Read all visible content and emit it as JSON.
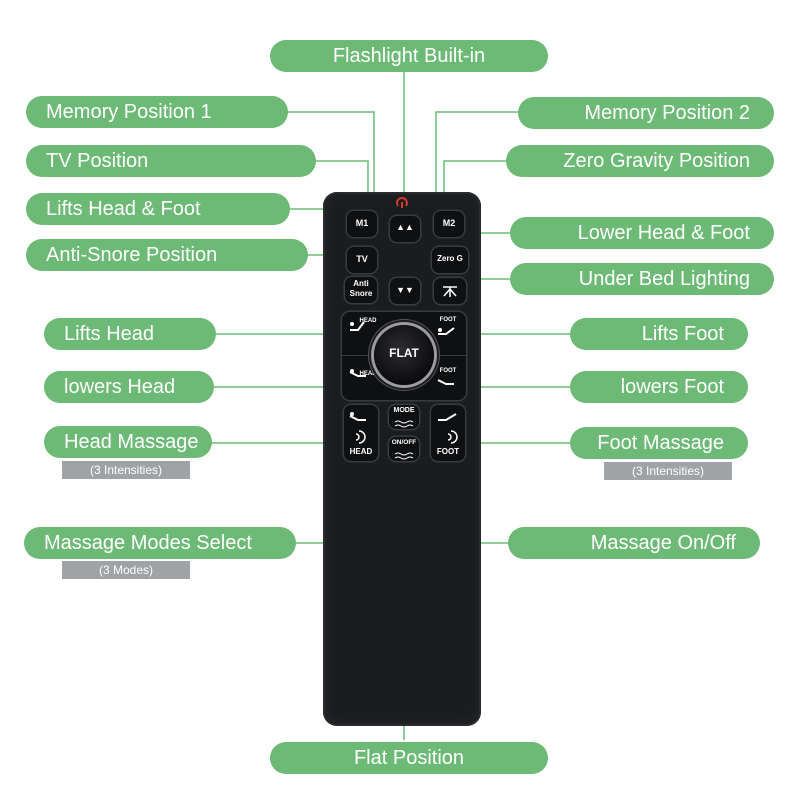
{
  "callouts": {
    "flashlight": "Flashlight Built-in",
    "memory1": "Memory Position 1",
    "memory2": "Memory Position 2",
    "tv": "TV Position",
    "zero_gravity": "Zero Gravity Position",
    "lifts_head_foot": "Lifts Head & Foot",
    "lower_head_foot": "Lower Head & Foot",
    "anti_snore": "Anti-Snore Position",
    "under_bed": "Under Bed Lighting",
    "lifts_head": "Lifts Head",
    "lifts_foot": "Lifts Foot",
    "lowers_head": "lowers Head",
    "lowers_foot": "lowers Foot",
    "head_massage": "Head Massage",
    "foot_massage": "Foot Massage",
    "massage_modes": "Massage Modes Select",
    "massage_onoff": "Massage On/Off",
    "flat_position": "Flat Position"
  },
  "subnotes": {
    "head_intensities": "(3 Intensities)",
    "foot_intensities": "(3 Intensities)",
    "modes": "(3 Modes)"
  },
  "remote_buttons": {
    "m1": "M1",
    "m2": "M2",
    "tv": "TV",
    "zero_g": "Zero G",
    "anti": "Anti",
    "snore": "Snore",
    "up": "▲▲",
    "down": "▼▼",
    "head": "HEAD",
    "foot": "FOOT",
    "flat": "FLAT",
    "mode": "MODE",
    "onoff": "ON/OFF"
  },
  "colors": {
    "callout_green": "#6dba77",
    "subnote_gray": "#9fa3a6",
    "remote_body": "#1b1c1e",
    "indicator_red": "#d23a2a"
  }
}
